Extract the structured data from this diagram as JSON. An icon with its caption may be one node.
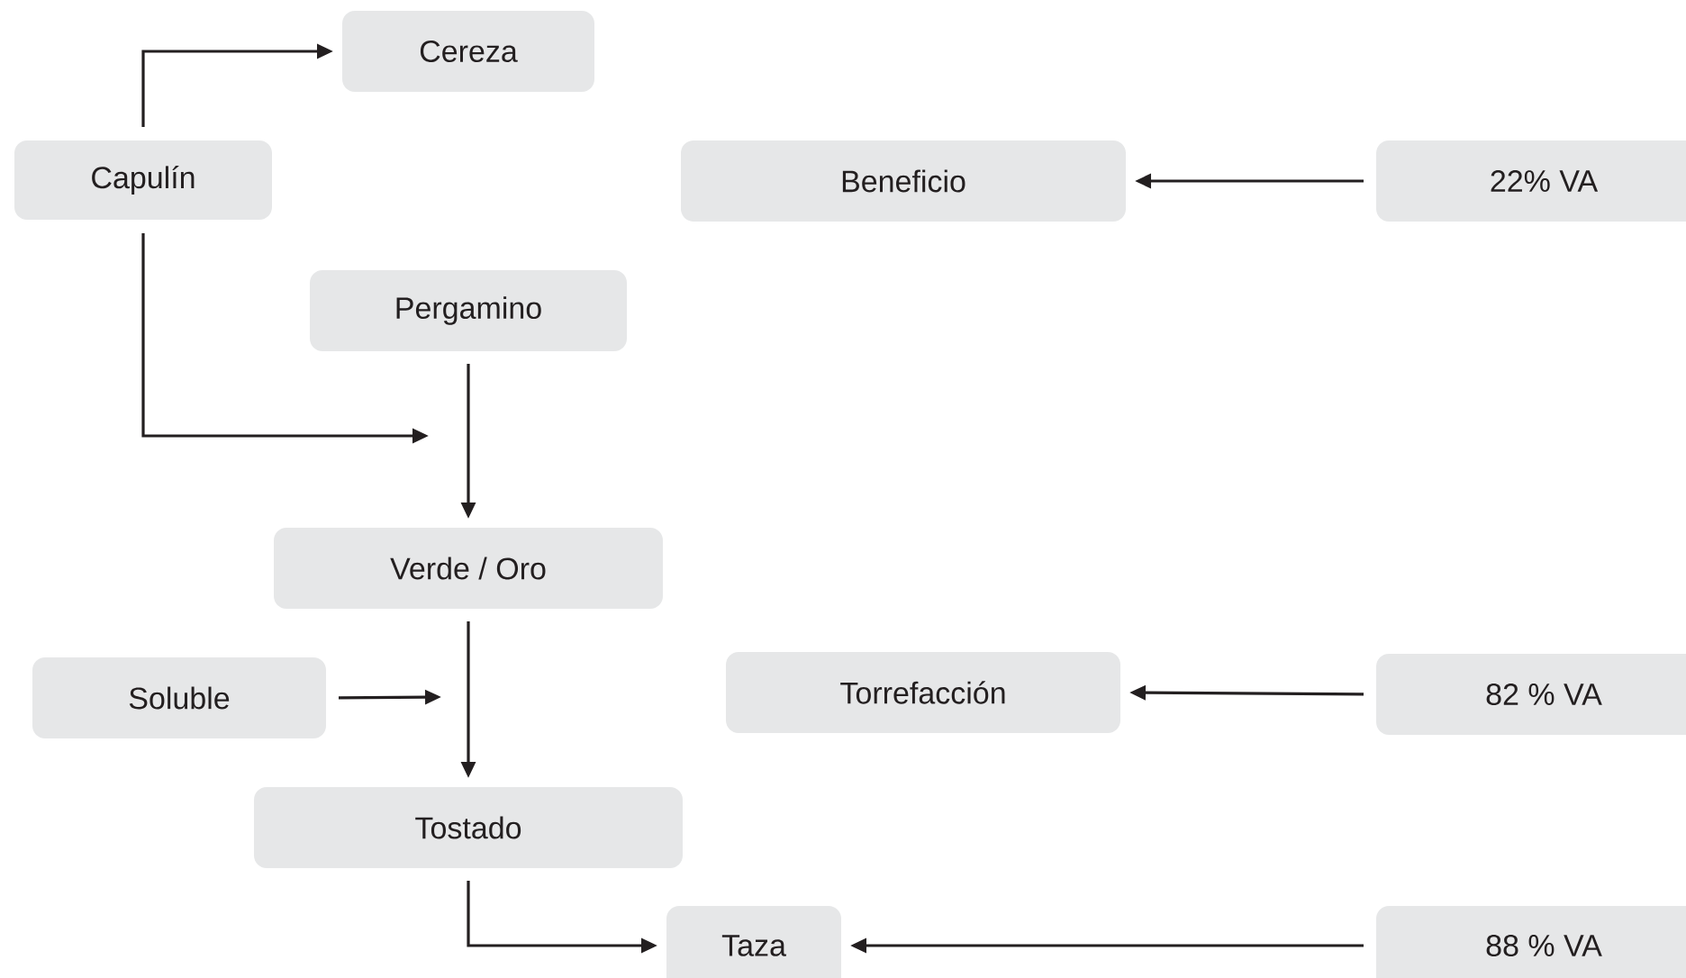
{
  "diagram": {
    "nodes": [
      {
        "text": [
          "Cereza"
        ]
      },
      {
        "text": [
          "Capulín"
        ]
      },
      {
        "text": [
          "Beneficio"
        ]
      },
      {
        "text": [
          "22% VA"
        ]
      },
      {
        "text": [
          "Pergamino"
        ]
      },
      {
        "text": [
          "Verde / Oro"
        ]
      },
      {
        "text": [
          "Soluble"
        ]
      },
      {
        "text": [
          "Torrefacción"
        ]
      },
      {
        "text": [
          "82 % VA"
        ]
      },
      {
        "text": [
          "Tostado"
        ]
      },
      {
        "text": [
          "Taza"
        ]
      },
      {
        "text": [
          "88 % VA"
        ]
      }
    ],
    "edges": [
      {
        "from": 1,
        "to": 0,
        "arrow": "to"
      },
      {
        "from": 1,
        "to": null,
        "arrow": "to"
      },
      {
        "from": 4,
        "to": 5,
        "arrow": "to"
      },
      {
        "from": 5,
        "to": 9,
        "arrow": "to"
      },
      {
        "from": 6,
        "to": null,
        "arrow": "to"
      },
      {
        "from": 9,
        "to": 10,
        "arrow": "to"
      },
      {
        "from": 3,
        "to": 2,
        "arrow": "to"
      },
      {
        "from": 8,
        "to": 7,
        "arrow": "to"
      },
      {
        "from": 11,
        "to": 10,
        "arrow": "to"
      }
    ]
  }
}
